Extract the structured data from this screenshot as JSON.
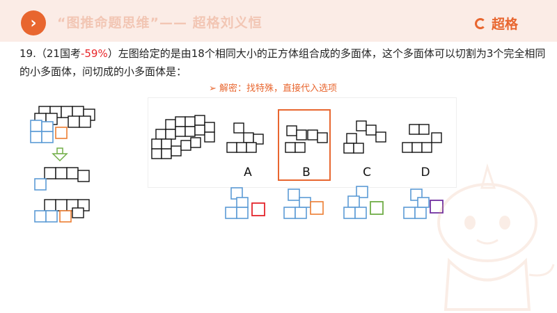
{
  "header": {
    "title": "“图推命题思维”—— 超格刘义恒",
    "brand_name": "超格",
    "accent_color": "#e8662f",
    "icon_play": "chevron-right-icon"
  },
  "question": {
    "number": "19.",
    "source_prefix": "（21国考",
    "rate": "-59%",
    "source_suffix": "）",
    "text": "左图给定的是由18个相同大小的正方体组合成的多面体，这个多面体可以切割为3个完全相同的小多面体，问切成的小多面体是："
  },
  "hint": {
    "marker": "➢",
    "text": "解密：找特殊，直接代入选项"
  },
  "options": [
    {
      "label": "A",
      "highlight_color": "#e3242b"
    },
    {
      "label": "B",
      "highlight_color": "#ed7d31",
      "selected": true
    },
    {
      "label": "C",
      "highlight_color": "#70ad47"
    },
    {
      "label": "D",
      "highlight_color": "#7030a0"
    }
  ]
}
